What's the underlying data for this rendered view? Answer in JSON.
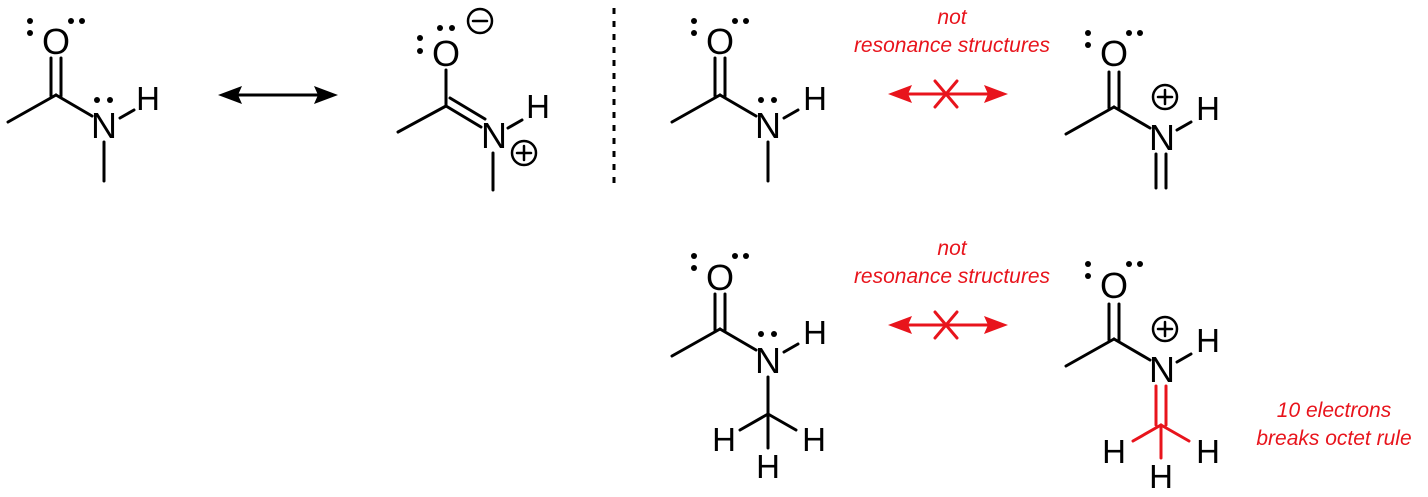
{
  "atoms": {
    "oxygen": "O",
    "nitrogen": "N",
    "hydrogen": "H"
  },
  "charges": {
    "positive": "+",
    "negative": "−"
  },
  "notes": {
    "not_resonance_1": [
      "not",
      "resonance structures"
    ],
    "not_resonance_2": [
      "not",
      "resonance structures"
    ],
    "octet_note": [
      "10 electrons",
      "breaks octet rule"
    ]
  },
  "colors": {
    "ink": "#000000",
    "highlight": "#e8141c"
  }
}
